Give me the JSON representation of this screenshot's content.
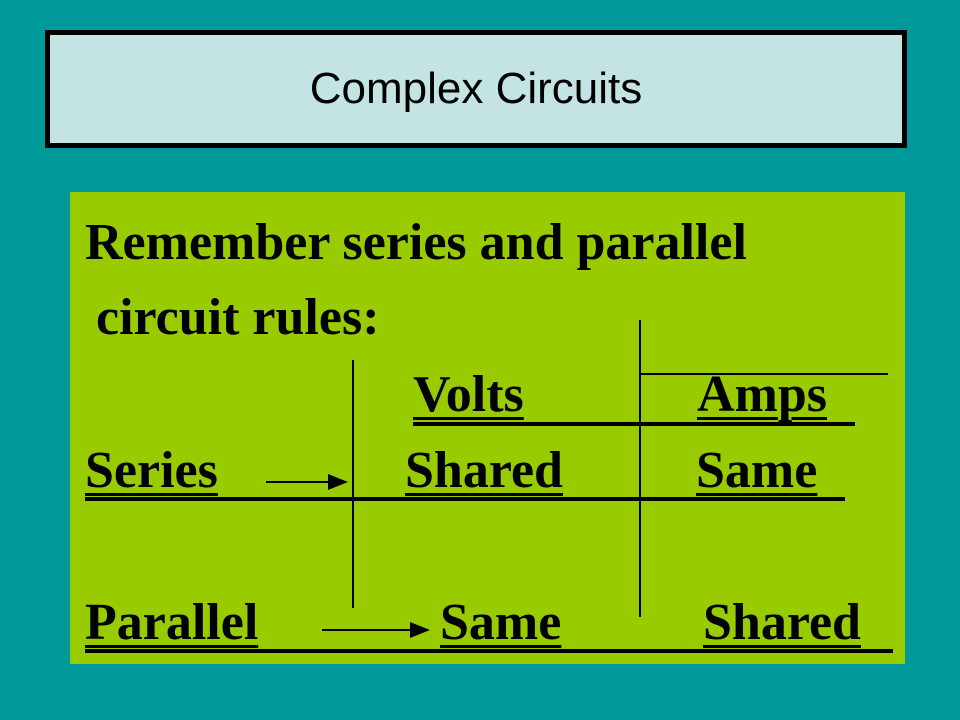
{
  "title": "Complex Circuits",
  "intro": {
    "line1": "Remember series and parallel",
    "line2": "circuit rules:"
  },
  "table": {
    "headers": {
      "volts": "Volts",
      "amps": "Amps"
    },
    "rows": [
      {
        "label": "Series",
        "volts": "Shared",
        "amps": "Same"
      },
      {
        "label": "Parallel",
        "volts": "Same",
        "amps": "Shared"
      }
    ]
  },
  "colors": {
    "background": "#009999",
    "title_box": "#c4e4e4",
    "panel": "#99cc00"
  }
}
